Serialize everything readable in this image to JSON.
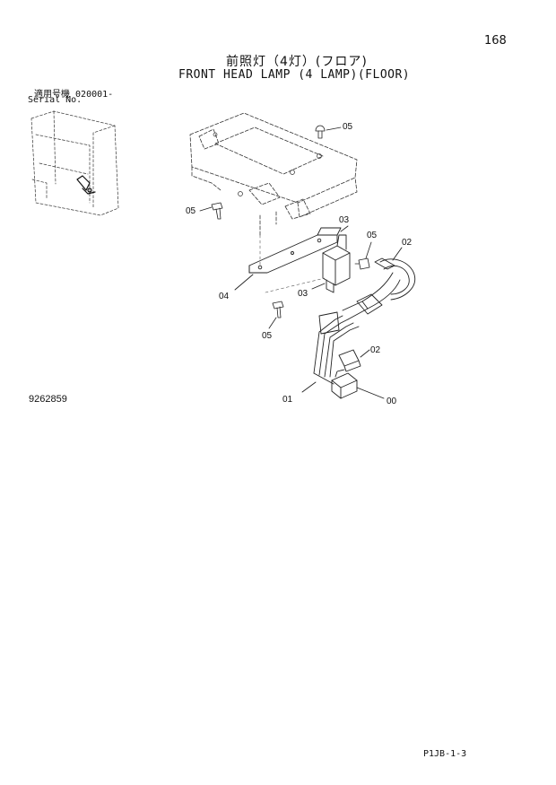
{
  "page_number": "168",
  "title_jp": "前照灯（4灯）(フロア)",
  "title_en": "FRONT HEAD LAMP (4 LAMP)(FLOOR)",
  "serial": {
    "label_jp": "適用号機",
    "value": "020001-",
    "label_en": "Serial No."
  },
  "drawing_number": "9262859",
  "page_code": "P1JB-1-3",
  "callouts": [
    "05",
    "05",
    "03",
    "05",
    "02",
    "04",
    "03",
    "05",
    "02",
    "01",
    "00"
  ],
  "icons": [
    "machine-cab-thumbnail",
    "floor-plate-drawing",
    "bracket-drawing",
    "harness-drawing",
    "connector-drawing",
    "bolt-drawing"
  ]
}
